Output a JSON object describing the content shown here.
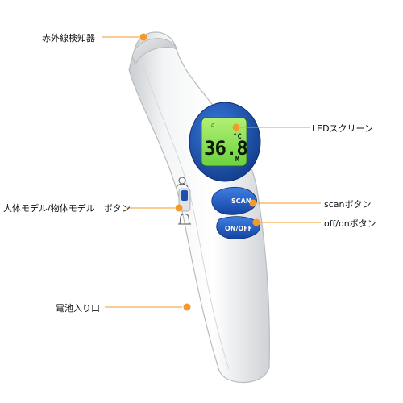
{
  "labels": {
    "sensor": "赤外線検知器",
    "screen": "LEDスクリーン",
    "mode": "人体モデル/物体モデル　ボタン",
    "scan": "scanボタン",
    "power": "off/onボタン",
    "battery": "電池入り口"
  },
  "display": {
    "temperature": "36.8",
    "unit": "°C",
    "mode_letter": "M"
  },
  "buttons": {
    "scan": "SCAN",
    "power": "ON/OFF"
  },
  "colors": {
    "accent": "#f39a2b",
    "display_green": "#8ee35a",
    "bezel_blue": "#1f57b8"
  },
  "icons": {
    "body_mode": "person-head-icon",
    "object_mode": "bell-icon"
  }
}
